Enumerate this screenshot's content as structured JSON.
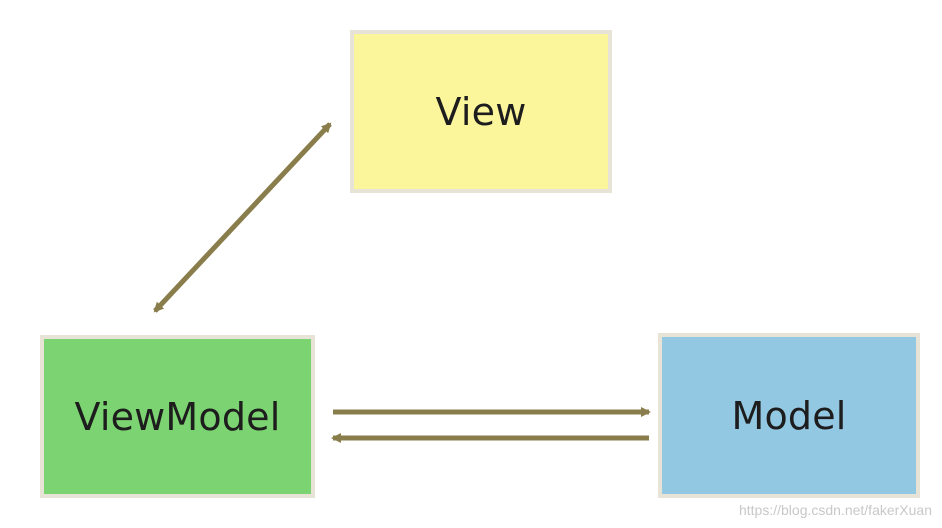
{
  "diagram": {
    "nodes": {
      "view": {
        "label": "View",
        "fill": "#fbf59b"
      },
      "viewmodel": {
        "label": "ViewModel",
        "fill": "#7bd471"
      },
      "model": {
        "label": "Model",
        "fill": "#93c8e3"
      }
    },
    "edges": [
      {
        "from": "viewmodel",
        "to": "view",
        "direction": "bidirectional"
      },
      {
        "from": "viewmodel",
        "to": "model",
        "direction": "forward"
      },
      {
        "from": "model",
        "to": "viewmodel",
        "direction": "forward"
      }
    ],
    "edge_color": "#8a7d4c"
  },
  "watermark": {
    "text": "https://blog.csdn.net/fakerXuan"
  }
}
